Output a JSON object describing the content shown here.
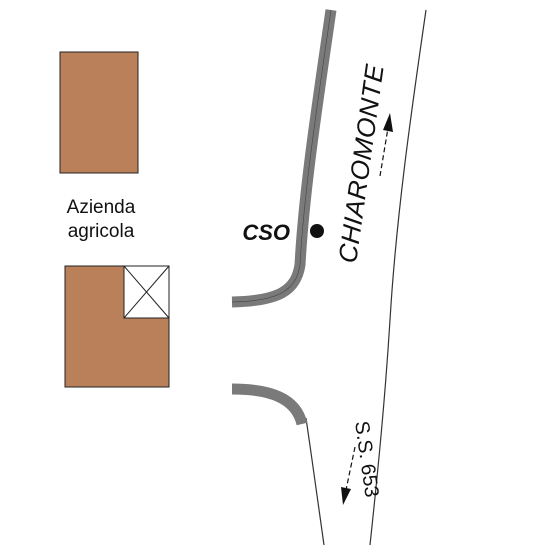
{
  "farm": {
    "label_line1": "Azienda",
    "label_line2": "agricola",
    "building_color": "#b9805a"
  },
  "station": {
    "label": "CSO"
  },
  "road": {
    "name_north": "CHIAROMONTE",
    "name_south": "S.S. 653",
    "kerb_color": "#7a7a7a",
    "edge_color": "#333333"
  }
}
